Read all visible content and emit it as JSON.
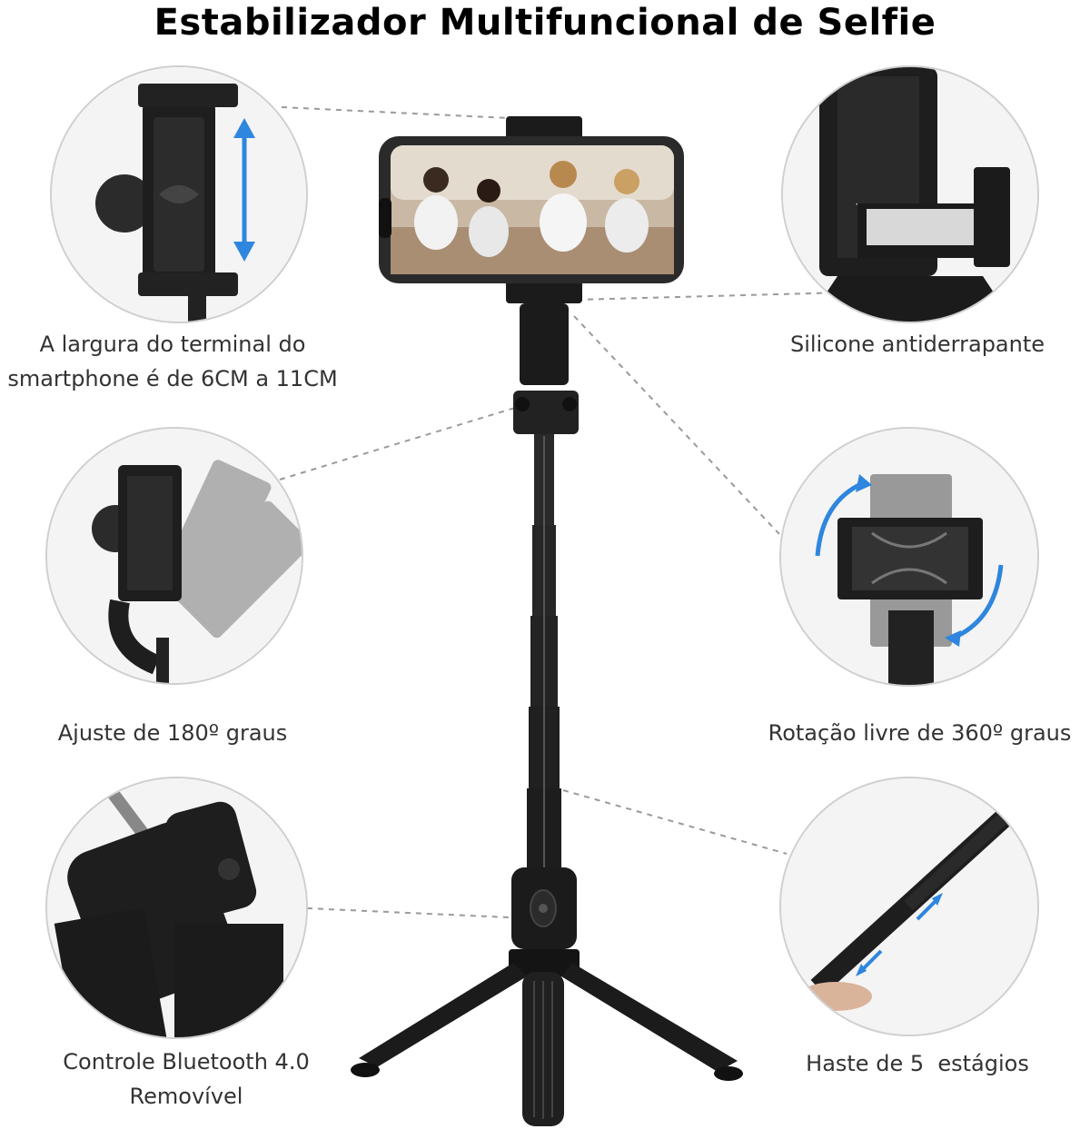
{
  "title": "Estabilizador Multifuncional de Selfie",
  "features": {
    "width": {
      "line1": "A largura do terminal do",
      "line2": "smartphone é de 6CM a 11CM"
    },
    "silicone": {
      "line1": "Silicone antiderrapante"
    },
    "adjust": {
      "line1": "Ajuste de 180º graus"
    },
    "rotation": {
      "line1": "Rotação livre de 360º graus"
    },
    "bluetooth": {
      "line1": "Controle Bluetooth 4.0",
      "line2": "Removível"
    },
    "haste": {
      "line1": "Haste de 5  estágios"
    }
  },
  "colors": {
    "accent_arrow": "#2e86de",
    "product": "#1b1b1b",
    "connector": "#9a9a9a"
  }
}
